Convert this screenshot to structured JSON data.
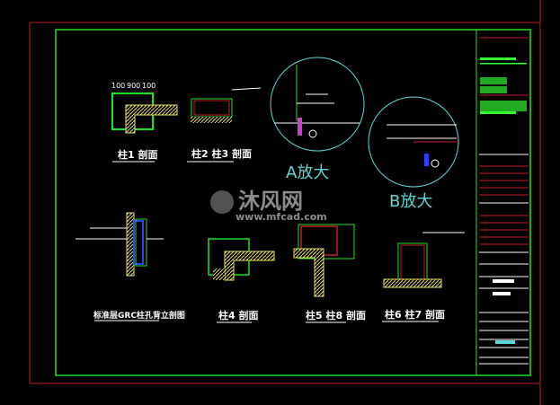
{
  "drawing": {
    "details": [
      {
        "id": "col1",
        "label": "柱1 剖面"
      },
      {
        "id": "col2-3",
        "label": "柱2 柱3 剖面"
      },
      {
        "id": "detailA",
        "label": "A放大"
      },
      {
        "id": "detailB",
        "label": "B放大"
      },
      {
        "id": "grc",
        "label": "标准层GRC柱孔背立剖图"
      },
      {
        "id": "col4",
        "label": "柱4 剖面"
      },
      {
        "id": "col5-8",
        "label": "柱5 柱8 剖面"
      },
      {
        "id": "col6-7",
        "label": "柱6 柱7 剖面"
      }
    ],
    "dimensions": {
      "a": "100",
      "b": "900",
      "c": "100"
    },
    "watermark": {
      "title": "沐风网",
      "url": "www.mfcad.com"
    }
  },
  "colors": {
    "frame_red": "#c0202a",
    "frame_green": "#22e022",
    "circle": "#5fd6d6",
    "hatch": "#e8e070",
    "magenta": "#d040d0",
    "blue": "#3040ff"
  }
}
